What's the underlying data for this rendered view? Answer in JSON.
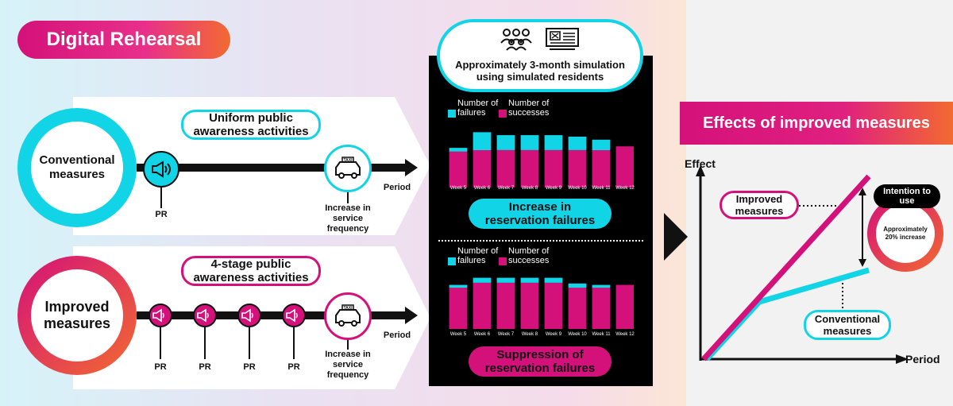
{
  "title": "Digital Rehearsal",
  "conventional": {
    "label": "Conventional measures",
    "activity": "Uniform public awareness activities",
    "pr_labels": [
      "PR"
    ],
    "service_label": "Increase in service frequency",
    "period_label": "Period"
  },
  "improved": {
    "label": "Improved measures",
    "activity": "4-stage public awareness activities",
    "pr_labels": [
      "PR",
      "PR",
      "PR",
      "PR"
    ],
    "service_label": "Increase in service frequency",
    "period_label": "Period"
  },
  "simulation": {
    "header": "Approximately 3-month simulation using simulated residents",
    "icons": [
      "group-people-icon",
      "monitor-screen-icon"
    ],
    "taxi_icon": "taxi-icon"
  },
  "chart_data": [
    {
      "type": "bar",
      "stacked": true,
      "categories": [
        "Week 5",
        "Week 6",
        "Week 7",
        "Week 8",
        "Week 9",
        "Week 10",
        "Week 11",
        "Week 12"
      ],
      "series": [
        {
          "name": "Number of successes",
          "values": [
            48,
            50,
            50,
            50,
            50,
            50,
            50,
            55
          ],
          "color": "#d4117a"
        },
        {
          "name": "Number of failures",
          "values": [
            5,
            24,
            20,
            20,
            20,
            18,
            14,
            0
          ],
          "color": "#11d4e6"
        }
      ],
      "legend": [
        "Number of failures",
        "Number of successes"
      ],
      "caption": "Increase in reservation failures",
      "ylim": [
        0,
        85
      ]
    },
    {
      "type": "bar",
      "stacked": true,
      "categories": [
        "Week 5",
        "Week 6",
        "Week 7",
        "Week 8",
        "Week 9",
        "Week 10",
        "Week 11",
        "Week 12"
      ],
      "series": [
        {
          "name": "Number of successes",
          "values": [
            58,
            65,
            65,
            65,
            65,
            58,
            58,
            62
          ],
          "color": "#d4117a"
        },
        {
          "name": "Number of failures",
          "values": [
            4,
            7,
            7,
            7,
            7,
            6,
            4,
            0
          ],
          "color": "#11d4e6"
        }
      ],
      "legend": [
        "Number of failures",
        "Number of successes"
      ],
      "caption": "Suppression of reservation failures",
      "ylim": [
        0,
        85
      ]
    }
  ],
  "effects": {
    "title": "Effects of improved measures",
    "y_label": "Effect",
    "x_label": "Period",
    "improved_label": "Improved measures",
    "conventional_label": "Conventional measures",
    "badge_title": "Intention to use",
    "badge_value": "Approximately 20% increase"
  },
  "colors": {
    "cyan": "#11d4e6",
    "magenta": "#d4117a",
    "orange": "#f26a30",
    "black": "#000000"
  }
}
